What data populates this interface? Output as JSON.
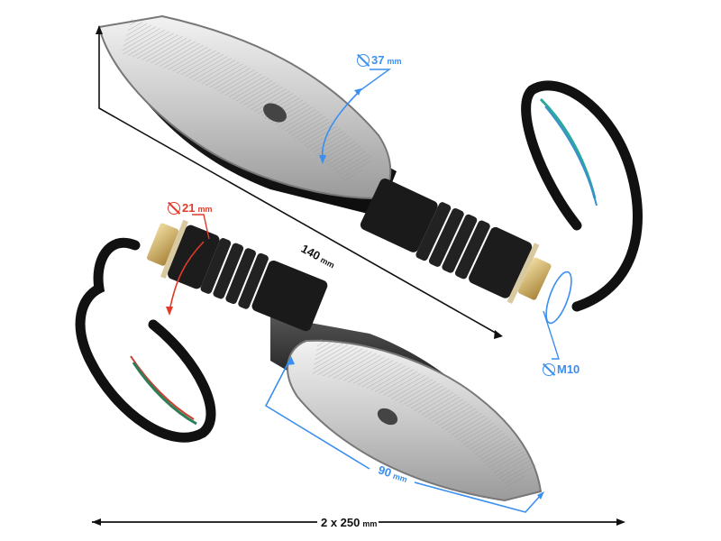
{
  "image": {
    "subject": "pair of motorcycle turn signal indicators with clear lenses",
    "colors": {
      "background": "#ffffff",
      "housing": "#1c1c1c",
      "lens": "#d8d8d8",
      "nut": "#c9a64a",
      "dimension_blue": "#3a8ff0",
      "dimension_red": "#e23a2a",
      "dimension_black": "#111111",
      "wire_teal": "#2aa89a",
      "wire_blue": "#3a8fd0",
      "wire_red": "#c8402f",
      "wire_green": "#2d7d5a"
    }
  },
  "dimensions": {
    "lens_diameter": {
      "value": "37",
      "unit": "mm",
      "symbol": "diameter"
    },
    "stem_diameter": {
      "value": "21",
      "unit": "mm",
      "symbol": "diameter"
    },
    "overall_length": {
      "value": "140",
      "unit": "mm"
    },
    "thread": {
      "value": "M10",
      "symbol": "diameter"
    },
    "lens_length": {
      "value": "90",
      "unit": "mm"
    },
    "cable_length": {
      "value": "2 x 250",
      "unit": "mm"
    }
  }
}
